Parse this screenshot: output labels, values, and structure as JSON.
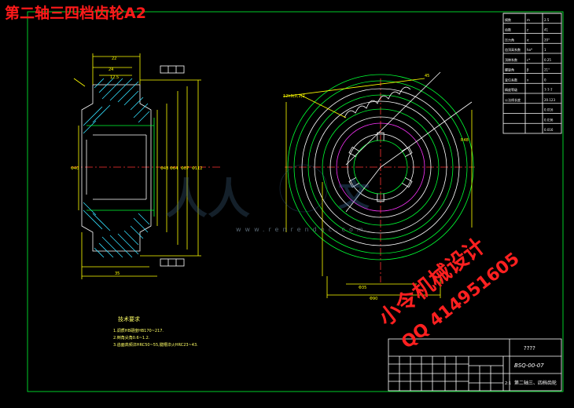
{
  "drawing": {
    "title": "第二轴三四档齿轮A2",
    "watermark_line1": "小令机械设计",
    "watermark_line2": "QQ 414951605",
    "watermark_site": "www.renrendoc.com"
  },
  "tech_requirements": {
    "heading": "技术要求",
    "items": [
      "1.调质HB硬度HB170~217.",
      "2.倒角尖角0.6~1.2.",
      "3.齿面高频淬HRC50~55,键槽淬火HRC23~43."
    ]
  },
  "title_block": {
    "project": "????",
    "drawing_no": "BSQ-00-07",
    "part_name": "第二轴三、四档齿轮",
    "scale": "2:1"
  },
  "params_table": {
    "rows": [
      [
        "模数",
        "m",
        "2.5"
      ],
      [
        "齿数",
        "z",
        "41"
      ],
      [
        "压力角",
        "α",
        "20°"
      ],
      [
        "齿顶高系数",
        "ha*",
        "1"
      ],
      [
        "顶隙系数",
        "c*",
        "0.25"
      ],
      [
        "螺旋角",
        "β",
        "21°"
      ],
      [
        "变位系数",
        "x",
        "0"
      ],
      [
        "精度等级",
        "",
        "7-7-7"
      ],
      [
        "公法线长度",
        "",
        "20.123"
      ],
      [
        "",
        "",
        "0.016"
      ],
      [
        "",
        "",
        "0.036"
      ],
      [
        "",
        "",
        "0.016"
      ]
    ]
  },
  "colors": {
    "frame": "#00ff33",
    "outline": "#ffffff",
    "dimension": "#ffff00",
    "title": "#ff1a1a",
    "centerline": "#ff3333",
    "hatch": "#33e0ff"
  }
}
